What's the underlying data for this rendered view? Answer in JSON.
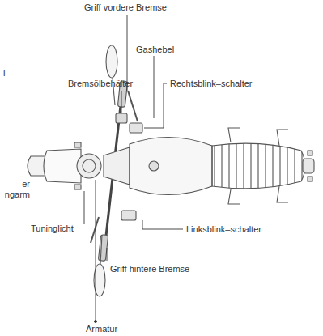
{
  "diagram": {
    "labels": [
      "Griff vordere Bremse",
      "Gashebel",
      "Bremsölbehälter",
      "Rechtsblink–schalter",
      "l",
      "er ngarm",
      "Tuninglicht",
      "Linksblink–schalter",
      "Griff hintere Bremse",
      "Armatur"
    ]
  }
}
